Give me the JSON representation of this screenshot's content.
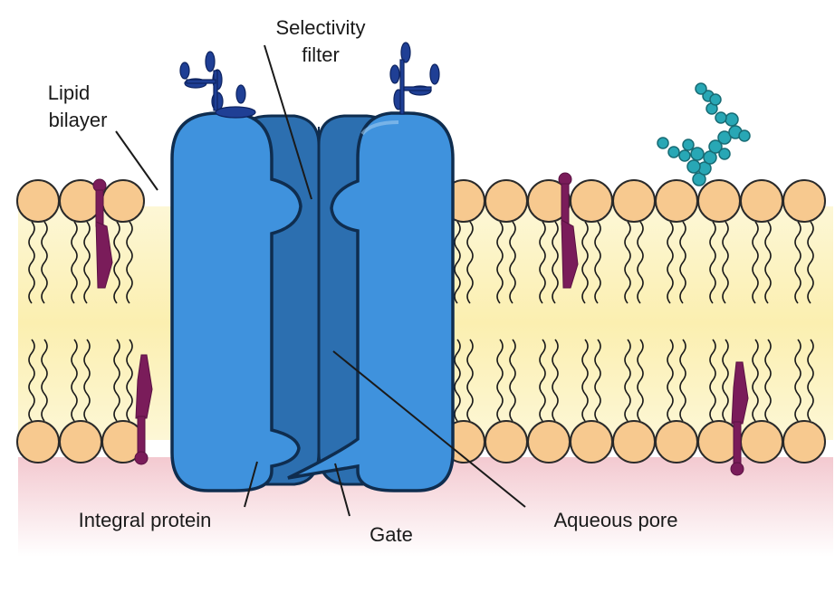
{
  "labels": {
    "selectivity_filter_line1": "Selectivity",
    "selectivity_filter_line2": "filter",
    "lipid_bilayer_line1": "Lipid",
    "lipid_bilayer_line2": "bilayer",
    "integral_protein": "Integral protein",
    "gate": "Gate",
    "aqueous_pore": "Aqueous pore"
  },
  "colors": {
    "lipid_head": "#f7c98f",
    "lipid_head_stroke": "#2a2a2a",
    "bilayer_core": "#fbf1b4",
    "cytoplasm_pink": "#f6d6dc",
    "protein_light": "#3f92dd",
    "protein_dark": "#2b6cad",
    "glyco_blue": "#1f3f95",
    "glycolipid_teal": "#28a7b5",
    "cholesterol_purple": "#7a1c5a",
    "label_text": "#1a1a1a"
  }
}
